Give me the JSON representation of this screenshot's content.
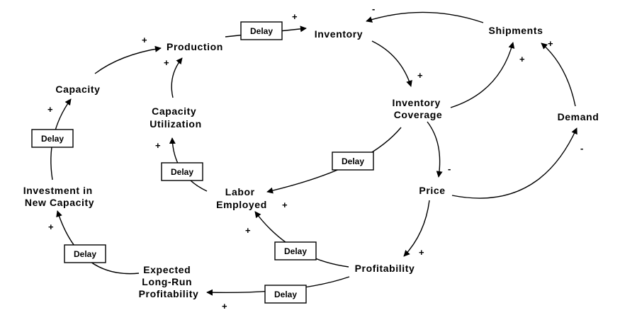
{
  "nodes": {
    "production": "Production",
    "inventory": "Inventory",
    "shipments": "Shipments",
    "capacity": "Capacity",
    "capacity_utilization": [
      "Capacity",
      "Utilization"
    ],
    "inventory_coverage": [
      "Inventory",
      "Coverage"
    ],
    "demand": "Demand",
    "investment_in_new_capacity": [
      "Investment in",
      "New Capacity"
    ],
    "labor_employed": [
      "Labor",
      "Employed"
    ],
    "price": "Price",
    "expected_long_run_profitability": [
      "Expected",
      "Long-Run",
      "Profitability"
    ],
    "profitability": "Profitability"
  },
  "delay_label": "Delay",
  "signs": {
    "plus": "+",
    "minus": "-"
  }
}
